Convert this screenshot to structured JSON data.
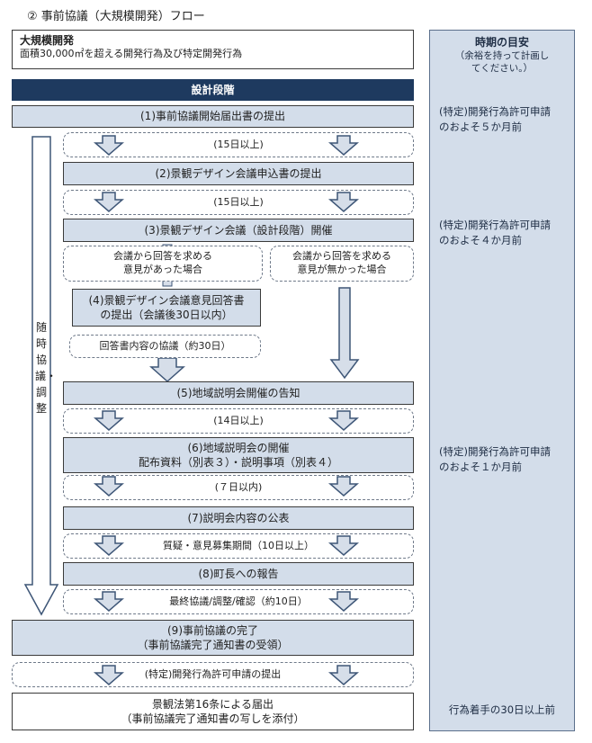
{
  "title": "② 事前協議（大規模開発）フロー",
  "header_box": {
    "line1": "大規模開発",
    "line2": "面積30,000㎡を超える開発行為及び特定開発行為"
  },
  "timing_panel": {
    "heading": "時期の目安",
    "sub": "（余裕を持って計画してください。）",
    "t1_line1": "(特定)開発行為許可申請",
    "t1_line2": "のおよそ５か月前",
    "t2_line1": "(特定)開発行為許可申請",
    "t2_line2": "のおよそ４か月前",
    "t3_line1": "(特定)開発行為許可申請",
    "t3_line2": "のおよそ１か月前",
    "t4": "行為着手の30日以上前"
  },
  "left_arrow_label": "随時協議・調整",
  "steps": {
    "design_stage": "設計段階",
    "s1": "(1)事前協議開始届出書の提出",
    "wait1": "(15日以上)",
    "s2": "(2)景観デザイン会議申込書の提出",
    "wait2": "(15日以上)",
    "s3": "(3)景観デザイン会議（設計段階）開催",
    "branch_yes_l1": "会議から回答を求める",
    "branch_yes_l2": "意見があった場合",
    "branch_no_l1": "会議から回答を求める",
    "branch_no_l2": "意見が無かった場合",
    "s4_l1": "(4)景観デザイン会議意見回答書",
    "s4_l2": "の提出（会議後30日以内）",
    "answer_consult": "回答書内容の協議（約30日）",
    "s5": "(5)地域説明会開催の告知",
    "wait3": "(14日以上)",
    "s6_l1": "(6)地域説明会の開催",
    "s6_l2": "配布資料（別表３）・説明事項（別表４）",
    "wait4": "(７日以内)",
    "s7": "(7)説明会内容の公表",
    "wait5": "質疑・意見募集期間（10日以上）",
    "s8": "(8)町長への報告",
    "wait6": "最終協議/調整/確認（約10日）",
    "s9_l1": "(9)事前協議の完了",
    "s9_l2": "（事前協議完了通知書の受領）",
    "apply": "(特定)開発行為許可申請の提出",
    "final_l1": "景観法第16条による届出",
    "final_l2": "（事前協議完了通知書の写しを添付）"
  },
  "colors": {
    "box_fill": "#d3ddea",
    "navy": "#1e3a5f",
    "arrow_outline": "#3e5677",
    "arrow_fill": "#d6dee9"
  }
}
